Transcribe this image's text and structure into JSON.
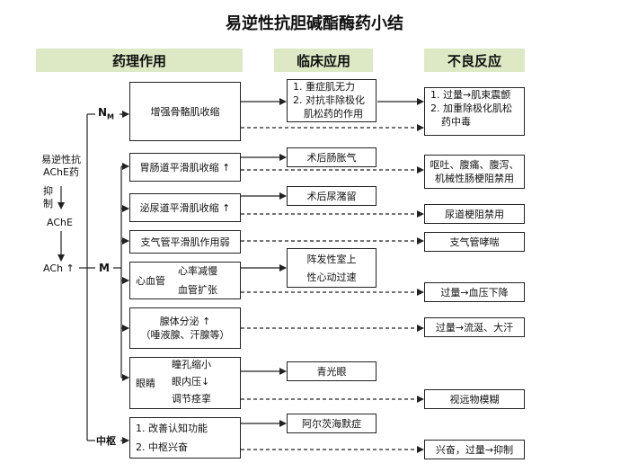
{
  "title": "易逆性抗胆碱酯酶药小结",
  "headers": {
    "pharmacology": "药理作用",
    "clinical": "临床应用",
    "adverse": "不良反应"
  },
  "left": {
    "drug_line1": "易逆性抗",
    "drug_line2": "AChE药",
    "inhibit_line1": "抑",
    "inhibit_line2": "制",
    "ache": "AChE",
    "ach": "ACh ↑"
  },
  "receptors": {
    "nm_main": "N",
    "nm_sub": "M",
    "m": "M",
    "central": "中枢"
  },
  "effects": {
    "skeletal": "增强骨骼肌收缩",
    "gi": "胃肠道平滑肌收缩 ↑",
    "urinary": "泌尿道平滑肌收缩 ↑",
    "bronchial": "支气管平滑肌作用弱",
    "cv_label": "心血管",
    "cv_1": "心率减慢",
    "cv_2": "血管扩张",
    "gland_1": "腺体分泌 ↑",
    "gland_2": "（唾液腺、汗腺等）",
    "eye_label": "眼睛",
    "eye_1": "瞳孔缩小",
    "eye_2": "眼内压↓",
    "eye_3": "调节痉挛",
    "cns_1": "1. 改善认知功能",
    "cns_2": "2. 中枢兴奋"
  },
  "clinical": {
    "mg_1": "1. 重症肌无力",
    "mg_2": "2. 对抗非除极化",
    "mg_3": "肌松药的作用",
    "gi": "术后肠胀气",
    "urinary": "术后尿潴留",
    "cv_1": "阵发性室上",
    "cv_2": "性心动过速",
    "eye": "青光眼",
    "cns": "阿尔茨海默症"
  },
  "adverse": {
    "nm_1": "1. 过量→肌束震颤",
    "nm_2": "2. 加重除极化肌松",
    "nm_3": "药中毒",
    "gi_1": "呕吐、腹痛、腹泻、",
    "gi_2": "机械性肠梗阻禁用",
    "urinary": "尿道梗阻禁用",
    "bronchial": "支气管哮喘",
    "cv": "过量→血压下降",
    "gland": "过量→流涎、大汗",
    "eye": "视远物模糊",
    "cns": "兴奋，过量→抑制"
  }
}
